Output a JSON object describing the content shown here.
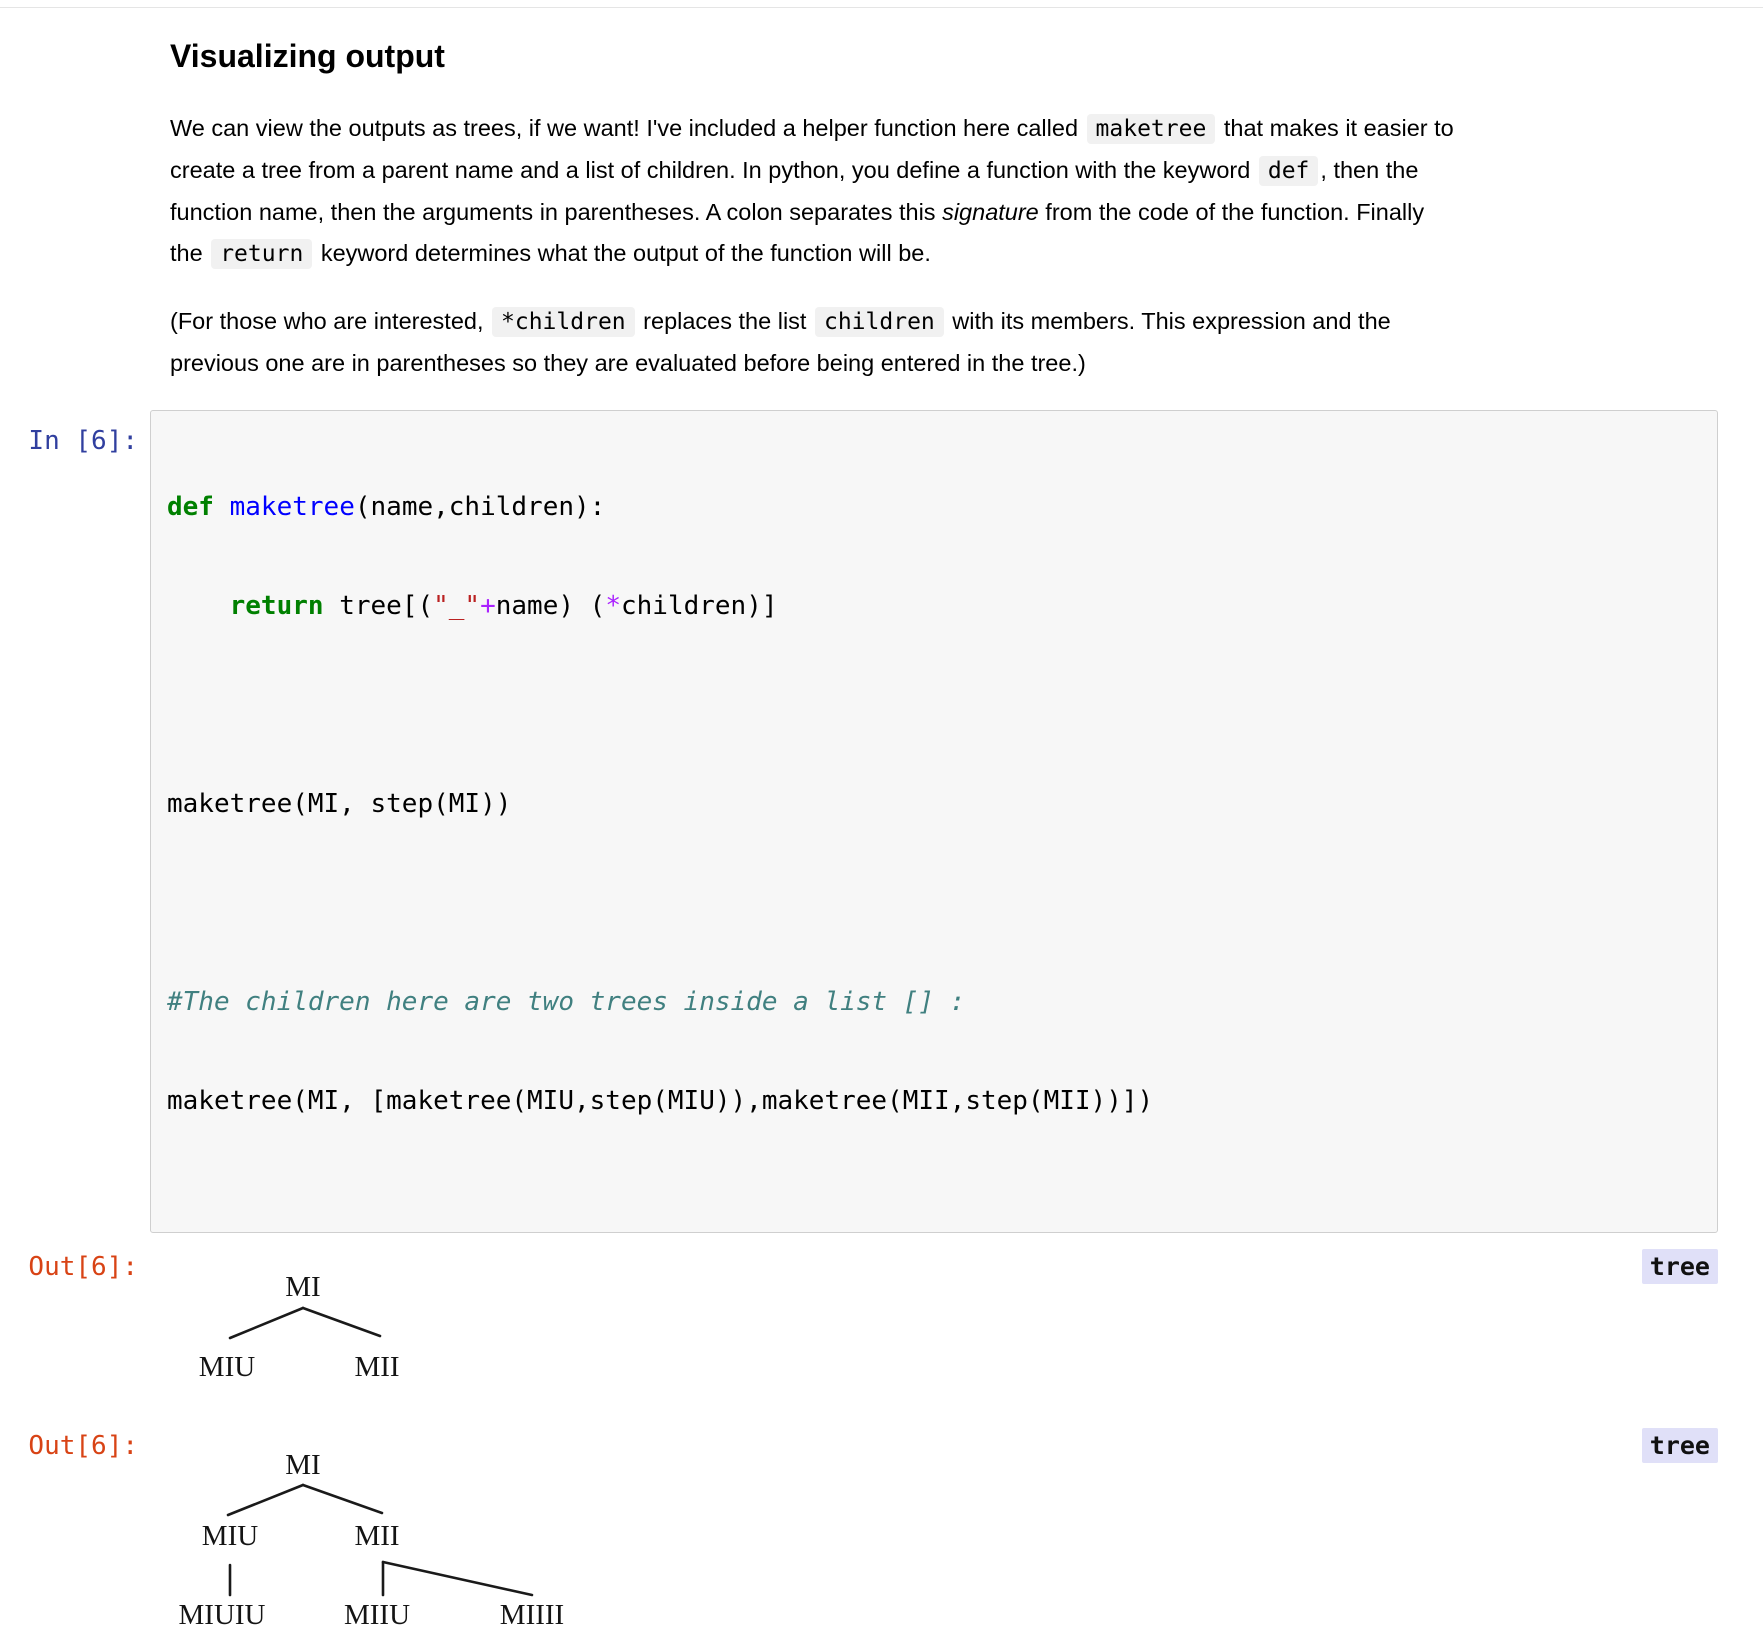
{
  "md": {
    "heading": "Visualizing output",
    "p1l1": [
      "We can view the outputs as trees, if we want! I've included a helper function here called ",
      "maketree",
      " that makes it easier to"
    ],
    "p1l2": [
      "create a tree from a parent name and a list of children. In python, you define a function with the keyword ",
      "def",
      ", then the"
    ],
    "p1l3": [
      "function name, then the arguments in parentheses. A colon separates this ",
      "signature",
      " from the code of the function. Finally"
    ],
    "p1l4": [
      "the ",
      "return",
      " keyword determines what the output of the function will be."
    ],
    "p2l1": [
      "(For those who are interested, ",
      "*children",
      " replaces the list ",
      "children",
      " with its members. This expression and the"
    ],
    "p2l2": [
      "previous one are in parentheses so they are evaluated before being entered in the tree.)"
    ]
  },
  "input": {
    "prompt": "In [6]:",
    "lines": {
      "l1": [
        "def",
        " ",
        "maketree",
        "(name,children):"
      ],
      "l2": [
        "    ",
        "return",
        " tree[(",
        "\"_\"",
        "+",
        "name) (",
        "*",
        "children)]"
      ],
      "l4": "maketree(MI, step(MI))",
      "l6": "#The children here are two trees inside a list [] :",
      "l7": "maketree(MI, [maketree(MIU,step(MIU)),maketree(MII,step(MII))])"
    }
  },
  "outputs": [
    {
      "prompt": "Out[6]:",
      "type_badge": "tree",
      "tree": {
        "root": "MI",
        "children": [
          {
            "label": "MIU"
          },
          {
            "label": "MII"
          }
        ]
      }
    },
    {
      "prompt": "Out[6]:",
      "type_badge": "tree",
      "tree": {
        "root": "MI",
        "children": [
          {
            "label": "MIU",
            "children": [
              {
                "label": "MIUIU"
              }
            ]
          },
          {
            "label": "MII",
            "children": [
              {
                "label": "MIIU"
              },
              {
                "label": "MIIII"
              }
            ]
          }
        ]
      }
    }
  ],
  "colors": {
    "in_prompt": "#303F9F",
    "out_prompt": "#D84315",
    "keyword_green": "#008000",
    "function_blue": "#0000FF",
    "string_red": "#BA2121",
    "operator_purple": "#AA22FF",
    "comment_teal": "#408080",
    "badge_bg": "#E0E0F8",
    "cell_bg": "#F7F7F7",
    "cell_border": "#CFCFCF",
    "inline_code_bg": "#F1F1F1"
  }
}
